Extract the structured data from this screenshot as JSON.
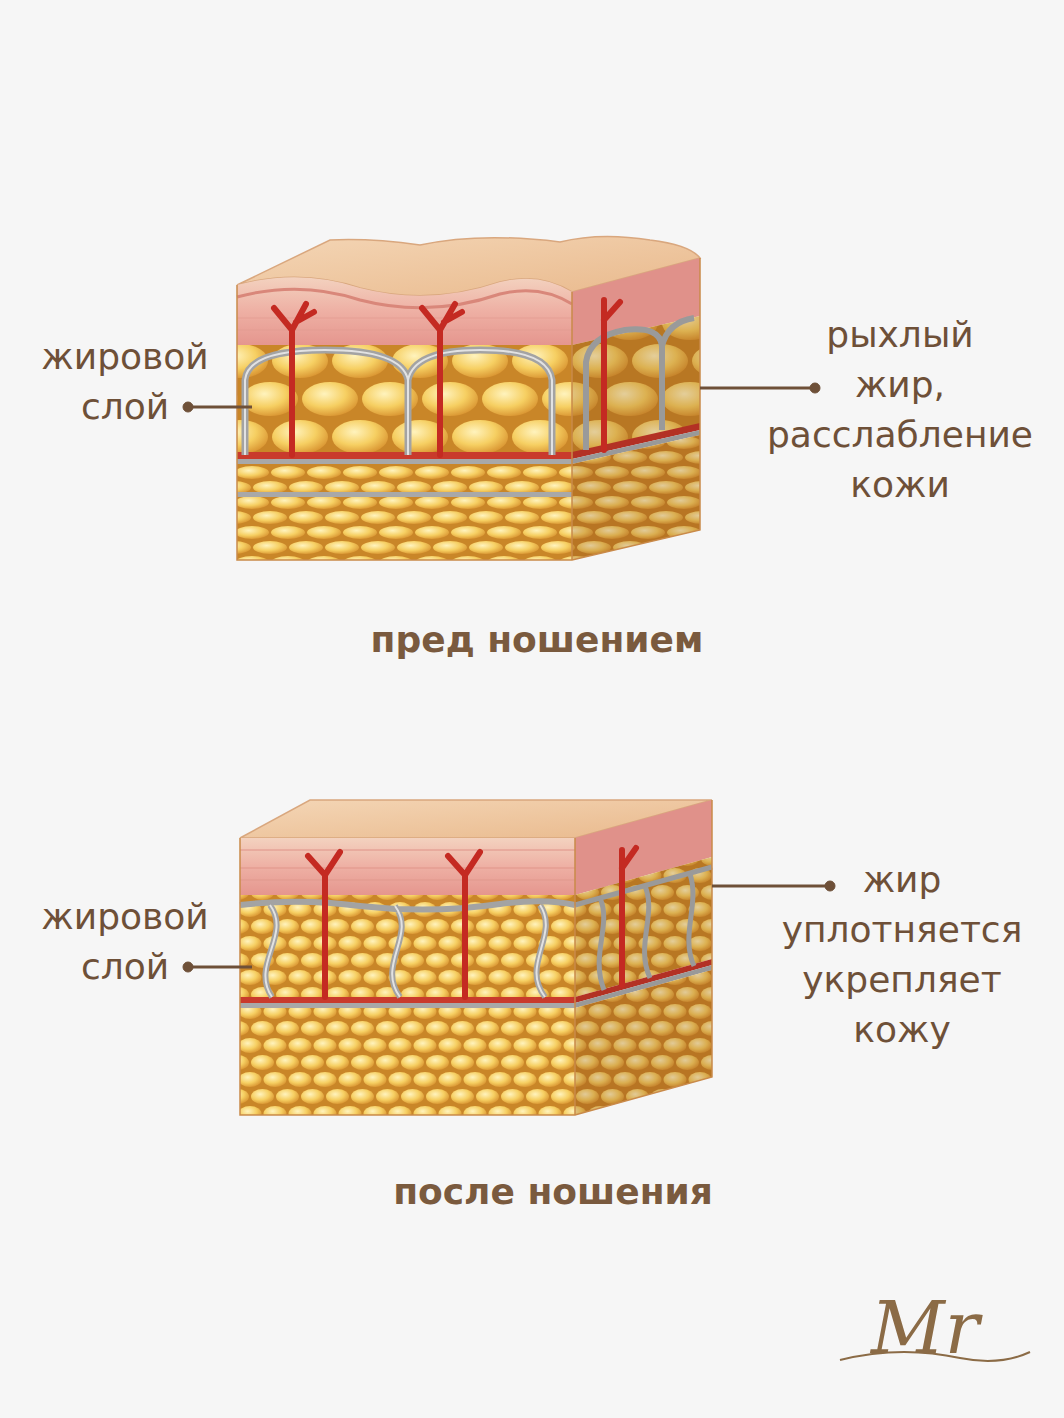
{
  "diagram": {
    "labels": [
      "жировой слой",
      "рыхлый жир, расслабление кожи",
      "пред ношением",
      "жировой слой",
      "жир уплотняется укрепляет кожу",
      "после ношения",
      "Mr"
    ]
  }
}
